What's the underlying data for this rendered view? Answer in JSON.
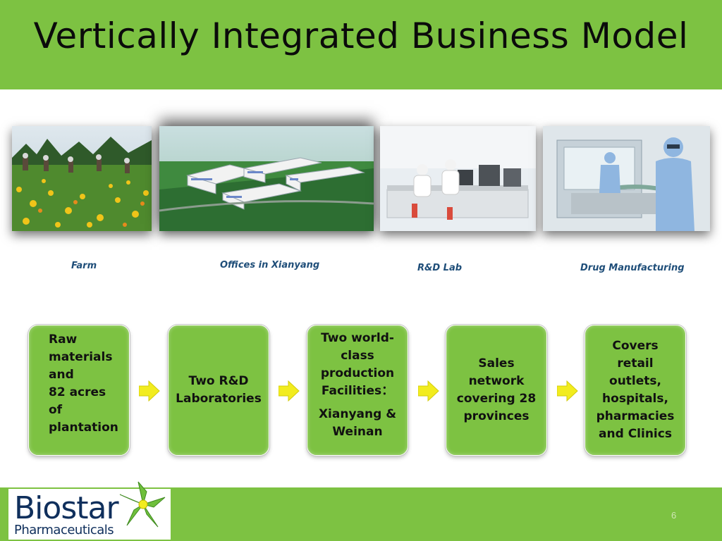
{
  "slide": {
    "title": "Vertically Integrated Business Model",
    "page_number": "6"
  },
  "photos": [
    {
      "caption": "Farm"
    },
    {
      "caption": "Offices in Xianyang"
    },
    {
      "caption": "R&D Lab"
    },
    {
      "caption": "Drug Manufacturing"
    }
  ],
  "steps": [
    {
      "lines": [
        "Raw materials and",
        "82 acres of plantation"
      ]
    },
    {
      "lines": [
        "Two R&D Laboratories"
      ]
    },
    {
      "lines": [
        "Two world-class production Facilities：",
        "Xianyang & Weinan"
      ]
    },
    {
      "lines": [
        "Sales network covering 28 provinces"
      ]
    },
    {
      "lines": [
        "Covers retail outlets, hospitals, pharmacies and Clinics"
      ]
    }
  ],
  "logo": {
    "name": "Biostar",
    "subtitle": "Pharmaceuticals"
  },
  "colors": {
    "brand_green": "#7dc242",
    "arrow_yellow": "#f2ec1e",
    "caption_blue": "#1f4e79",
    "logo_navy": "#0f2f5c"
  }
}
